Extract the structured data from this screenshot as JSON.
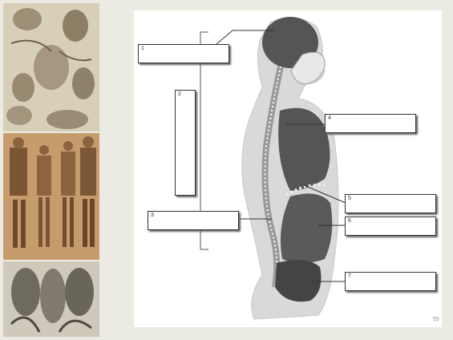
{
  "slide": {
    "number": "55"
  },
  "diagram": {
    "labels": [
      {
        "id": "1",
        "value": ""
      },
      {
        "id": "2",
        "value": ""
      },
      {
        "id": "3",
        "value": ""
      },
      {
        "id": "4",
        "value": ""
      },
      {
        "id": "5",
        "value": ""
      },
      {
        "id": "6",
        "value": ""
      },
      {
        "id": "7",
        "value": ""
      }
    ]
  },
  "colors": {
    "background": "#ebebe3",
    "panel": "#ffffff",
    "body_outline": "#cfcfcf",
    "organ_dark": "#3a3a3a",
    "spine": "#9a9a9a"
  },
  "sidebar_images": [
    {
      "icon": "anatomical-sketch-arms-torso-image"
    },
    {
      "icon": "anatomical-sketch-skeletons-image"
    },
    {
      "icon": "anatomical-sketch-muscles-image"
    }
  ]
}
